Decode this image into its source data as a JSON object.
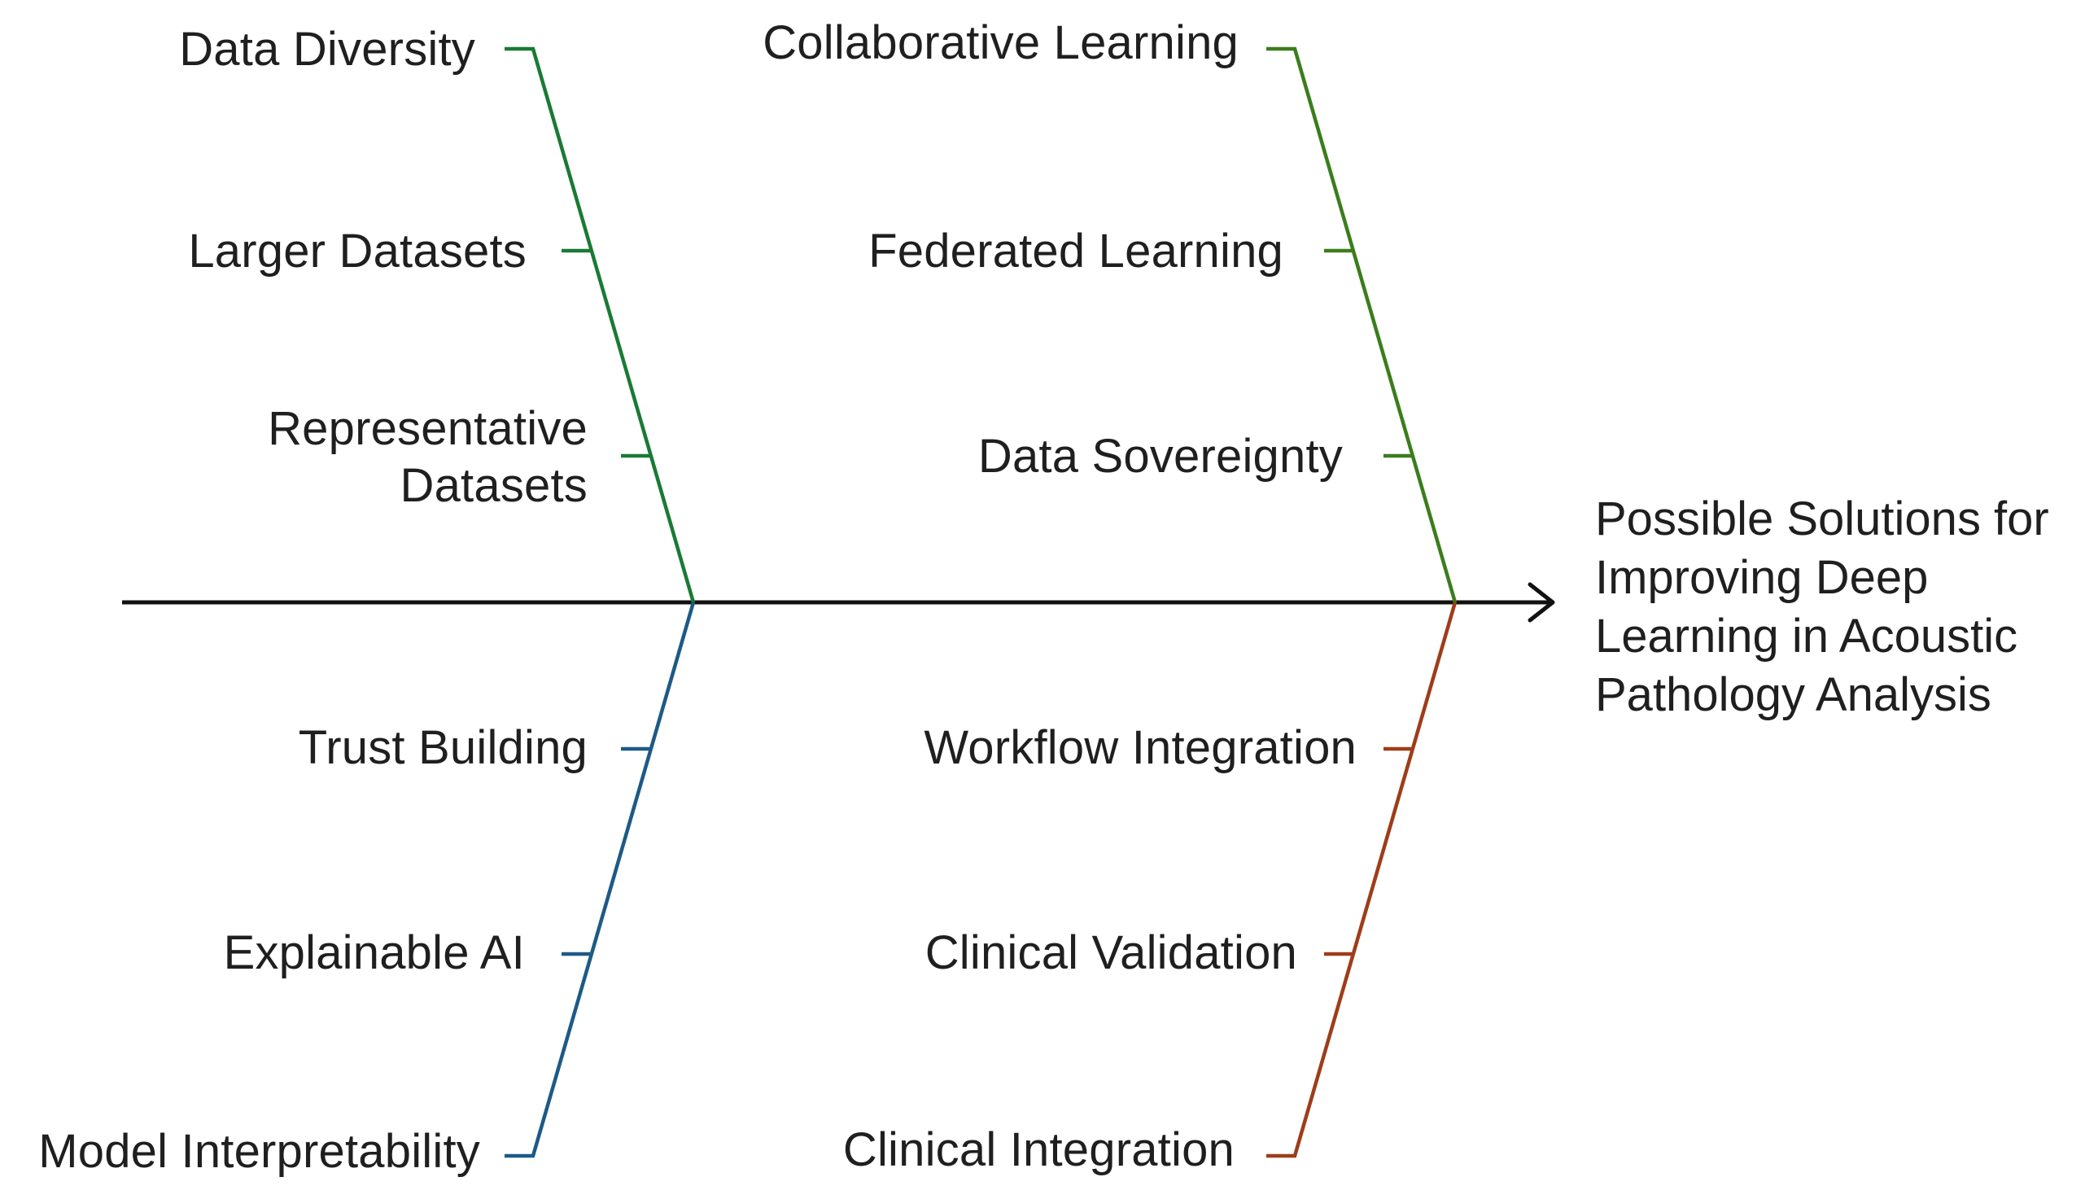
{
  "effect": {
    "label": "Possible Solutions for\nImproving Deep\nLearning in Acoustic\nPathology Analysis"
  },
  "colors": {
    "spine": "#111111",
    "top_left": "#1a7a34",
    "top_right": "#3b7d1c",
    "bottom_left": "#1d5a86",
    "bottom_right": "#9e3d1a",
    "text": "#1f1f1f"
  },
  "branches": {
    "top_left": {
      "items": [
        {
          "label": "Data Diversity"
        },
        {
          "label": "Larger Datasets"
        },
        {
          "label": "Representative\nDatasets"
        }
      ]
    },
    "top_right": {
      "items": [
        {
          "label": "Collaborative Learning"
        },
        {
          "label": "Federated Learning"
        },
        {
          "label": "Data Sovereignty"
        }
      ]
    },
    "bottom_left": {
      "items": [
        {
          "label": "Trust Building"
        },
        {
          "label": "Explainable AI"
        },
        {
          "label": "Model Interpretability"
        }
      ]
    },
    "bottom_right": {
      "items": [
        {
          "label": "Workflow Integration"
        },
        {
          "label": "Clinical Validation"
        },
        {
          "label": "Clinical Integration"
        }
      ]
    }
  }
}
